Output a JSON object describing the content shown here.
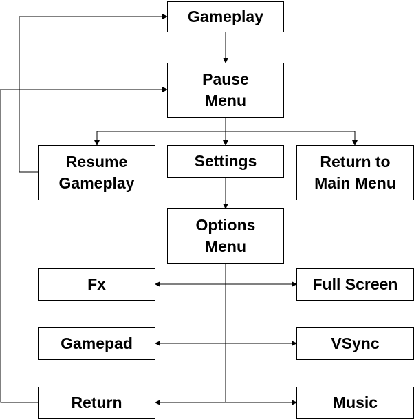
{
  "colors": {
    "stroke": "#000000",
    "fill": "#ffffff",
    "text": "#000000"
  },
  "nodes": {
    "gameplay": "Gameplay",
    "pause_menu": "Pause\nMenu",
    "resume_gameplay": "Resume\nGameplay",
    "settings": "Settings",
    "return_to_main_menu": "Return to\nMain Menu",
    "options_menu": "Options\nMenu",
    "fx": "Fx",
    "full_screen": "Full Screen",
    "gamepad": "Gamepad",
    "vsync": "VSync",
    "return": "Return",
    "music": "Music"
  }
}
